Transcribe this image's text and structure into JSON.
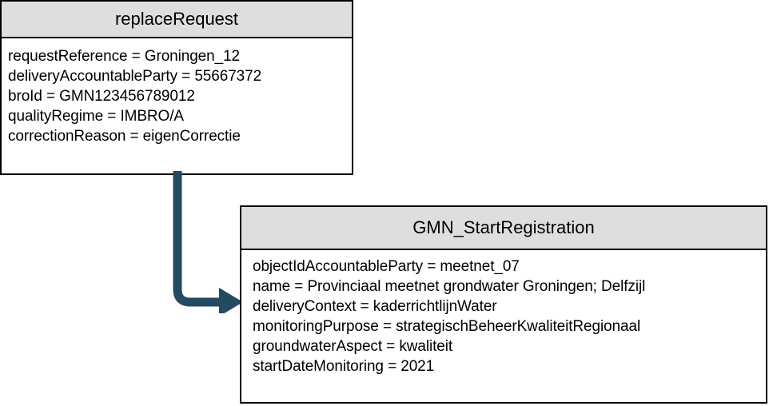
{
  "diagram": {
    "type": "uml-object-diagram",
    "background_color": "#ffffff",
    "header_fill": "#dedede",
    "border_color": "#000000",
    "connector_color": "#234A60"
  },
  "boxes": [
    {
      "id": "replaceRequest",
      "title": "replaceRequest",
      "attributes": [
        "requestReference = Groningen_12",
        "deliveryAccountableParty = 55667372",
        "broId = GMN123456789012",
        "qualityRegime = IMBRO/A",
        "correctionReason = eigenCorrectie"
      ]
    },
    {
      "id": "GMN_StartRegistration",
      "title": "GMN_StartRegistration",
      "attributes": [
        "objectIdAccountableParty = meetnet_07",
        "name = Provinciaal meetnet grondwater Groningen; Delfzijl",
        "deliveryContext = kaderrichtlijnWater",
        "monitoringPurpose = strategischBeheerKwaliteitRegionaal",
        "groundwaterAspect = kwaliteit",
        "startDateMonitoring = 2021"
      ]
    }
  ],
  "connector": {
    "name": "arrow-replace-request-to-gmn-start-registration",
    "from": "replaceRequest",
    "to": "GMN_StartRegistration",
    "style": "elbow-solid-arrowhead",
    "color": "#234A60"
  }
}
